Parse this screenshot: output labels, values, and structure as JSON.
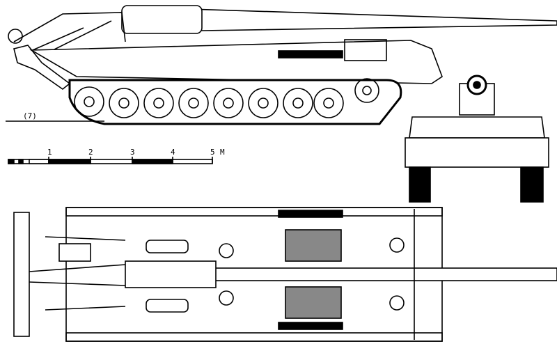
{
  "drawing": {
    "scale_bar": {
      "labels": [
        "1",
        "2",
        "3",
        "4",
        "5"
      ],
      "unit": "M"
    },
    "side_view_marker": "(7)",
    "colors": {
      "ink": "#000000",
      "paper": "#ffffff"
    }
  }
}
